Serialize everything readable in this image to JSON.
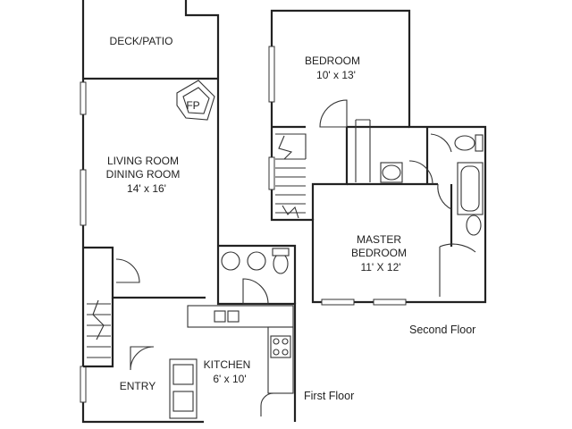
{
  "first_floor": {
    "caption": "First Floor",
    "deck": {
      "name": "DECK/PATIO"
    },
    "fireplace": {
      "name": "FP"
    },
    "living": {
      "line1": "LIVING ROOM",
      "line2": "DINING ROOM",
      "size": "14' x 16'"
    },
    "kitchen": {
      "name": "KITCHEN",
      "size": "6' x 10'"
    },
    "entry": {
      "name": "ENTRY"
    }
  },
  "second_floor": {
    "caption": "Second Floor",
    "bedroom": {
      "name": "BEDROOM",
      "size": "10' x 13'"
    },
    "master": {
      "line1": "MASTER",
      "line2": "BEDROOM",
      "size": "11' X 12'"
    }
  }
}
